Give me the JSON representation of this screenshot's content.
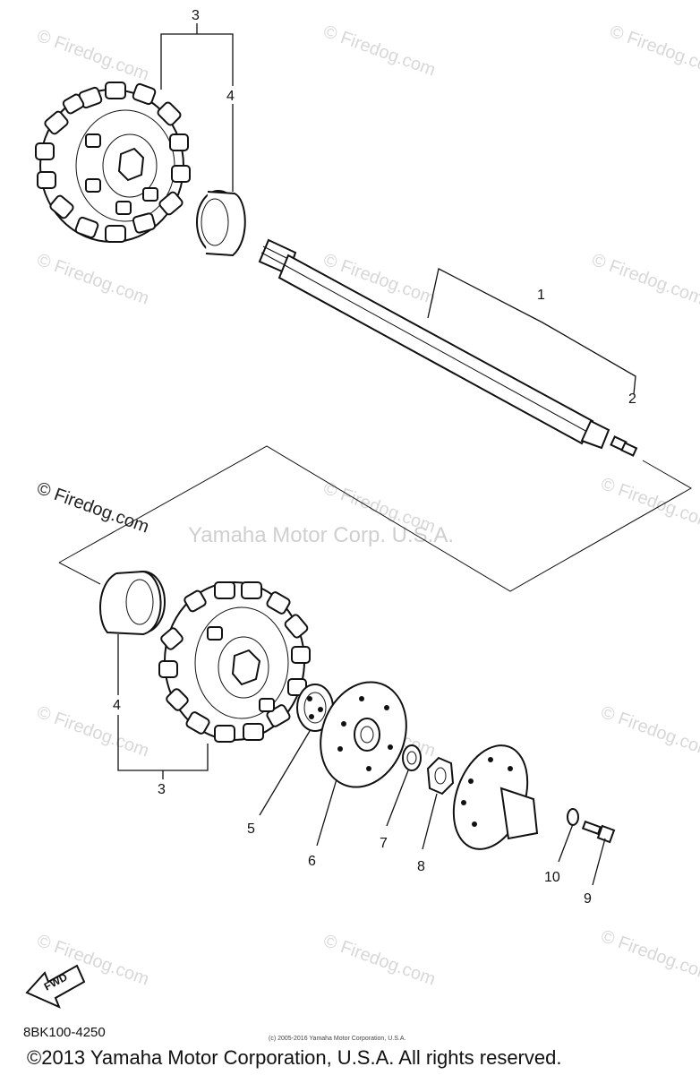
{
  "diagram": {
    "callouts": [
      "1",
      "2",
      "3",
      "4",
      "3",
      "4",
      "5",
      "6",
      "7",
      "8",
      "9",
      "10"
    ],
    "watermark": "© Firedog.com",
    "center_watermark": "Yamaha Motor Corp. U.S.A.",
    "fwd_label": "FWD"
  },
  "footer": {
    "part_code": "8BK100-4250",
    "fine_print": "(c) 2005-2016 Yamaha Motor Corporation, U.S.A.",
    "copyright": "©2013 Yamaha Motor Corporation, U.S.A. All rights reserved."
  }
}
